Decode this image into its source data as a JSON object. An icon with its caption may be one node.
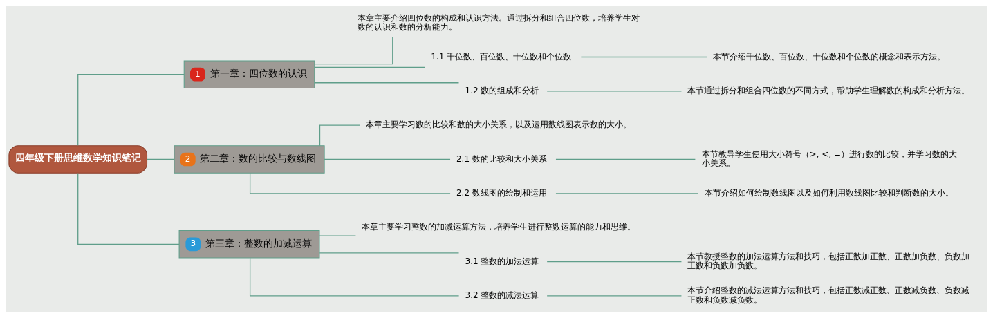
{
  "diagram": {
    "nodes": [
      {
        "text": [
          "四年级下册思维数学知识笔记"
        ]
      },
      {
        "text": [
          "1",
          "第一章：四位数的认识"
        ]
      },
      {
        "text": [
          "本章主要介绍四位数的构成和认识方法。通过拆分和组合四位数，培养学生对数的认识和数的分析能力。"
        ]
      },
      {
        "text": [
          "1.1 千位数、百位数、十位数和个位数"
        ]
      },
      {
        "text": [
          "本节介绍千位数、百位数、十位数和个位数的概念和表示方法。"
        ]
      },
      {
        "text": [
          "1.2 数的组成和分析"
        ]
      },
      {
        "text": [
          "本节通过拆分和组合四位数的不同方式，帮助学生理解数的构成和分析方法。"
        ]
      },
      {
        "text": [
          "2",
          "第二章：数的比较与数线图"
        ]
      },
      {
        "text": [
          "本章主要学习数的比较和数的大小关系，以及运用数线图表示数的大小。"
        ]
      },
      {
        "text": [
          "2.1 数的比较和大小关系"
        ]
      },
      {
        "text": [
          "本节教导学生使用大小符号（>, <, =）进行数的比较，并学习数的大小关系。"
        ]
      },
      {
        "text": [
          "2.2 数线图的绘制和运用"
        ]
      },
      {
        "text": [
          "本节介绍如何绘制数线图以及如何利用数线图比较和判断数的大小。"
        ]
      },
      {
        "text": [
          "3",
          "第三章：整数的加减运算"
        ]
      },
      {
        "text": [
          "本章主要学习整数的加减运算方法，培养学生进行整数运算的能力和思维。"
        ]
      },
      {
        "text": [
          "3.1 整数的加法运算"
        ]
      },
      {
        "text": [
          "本节教授整数的加法运算方法和技巧，包括正数加正数、正数加负数、负数加正数和负数加负数。"
        ]
      },
      {
        "text": [
          "3.2 整数的减法运算"
        ]
      },
      {
        "text": [
          "本节介绍整数的减法运算方法和技巧，包括正数减正数、正数减负数、负数减正数和负数减负数。"
        ]
      }
    ],
    "edges": [
      {
        "from": 0,
        "to": 1,
        "arrow": "none"
      },
      {
        "from": 1,
        "to": 2,
        "arrow": "none"
      },
      {
        "from": 1,
        "to": 3,
        "arrow": "none"
      },
      {
        "from": 3,
        "to": 4,
        "arrow": "none"
      },
      {
        "from": 1,
        "to": 5,
        "arrow": "none"
      },
      {
        "from": 5,
        "to": 6,
        "arrow": "none"
      },
      {
        "from": 0,
        "to": 7,
        "arrow": "none"
      },
      {
        "from": 7,
        "to": 8,
        "arrow": "none"
      },
      {
        "from": 7,
        "to": 9,
        "arrow": "none"
      },
      {
        "from": 9,
        "to": 10,
        "arrow": "none"
      },
      {
        "from": 7,
        "to": 11,
        "arrow": "none"
      },
      {
        "from": 11,
        "to": 12,
        "arrow": "none"
      },
      {
        "from": 0,
        "to": 13,
        "arrow": "none"
      },
      {
        "from": 13,
        "to": 14,
        "arrow": "none"
      },
      {
        "from": 13,
        "to": 15,
        "arrow": "none"
      },
      {
        "from": 15,
        "to": 16,
        "arrow": "none"
      },
      {
        "from": 13,
        "to": 17,
        "arrow": "none"
      },
      {
        "from": 17,
        "to": 18,
        "arrow": "none"
      }
    ]
  }
}
